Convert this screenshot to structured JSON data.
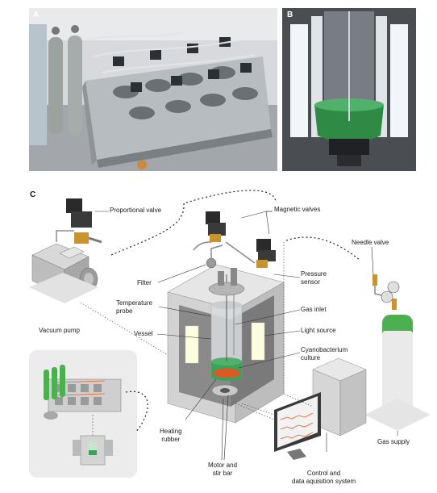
{
  "panels": {
    "a": "A",
    "b": "B",
    "c": "C"
  },
  "labels": {
    "proportional_valve": "Proportional valve",
    "magnetic_valves": "Magnetic valves",
    "needle_valve": "Needle valve",
    "pressure_sensor": "Pressure\nsensor",
    "filter": "Filter",
    "temperature_probe": "Temperature\nprobe",
    "gas_inlet": "Gas inlet",
    "light_source": "Light source",
    "vessel": "Vessel",
    "cyanobacterium_culture": "Cyanobacterium\nculture",
    "vacuum_pump": "Vacuum pump",
    "heating_rubber": "Heating\nrubber",
    "motor_and_stir_bar": "Motor and\nstir bar",
    "control_system": "Control and\ndata aquisition system",
    "gas_supply": "Gas supply"
  },
  "colors": {
    "culture": "#3aa35a",
    "heating": "#e8531f",
    "gas_cylinder": "#4caf50",
    "valve_brass": "#c9932f",
    "box_face": "#d9d9d9",
    "box_inner": "#8a8a8a"
  }
}
